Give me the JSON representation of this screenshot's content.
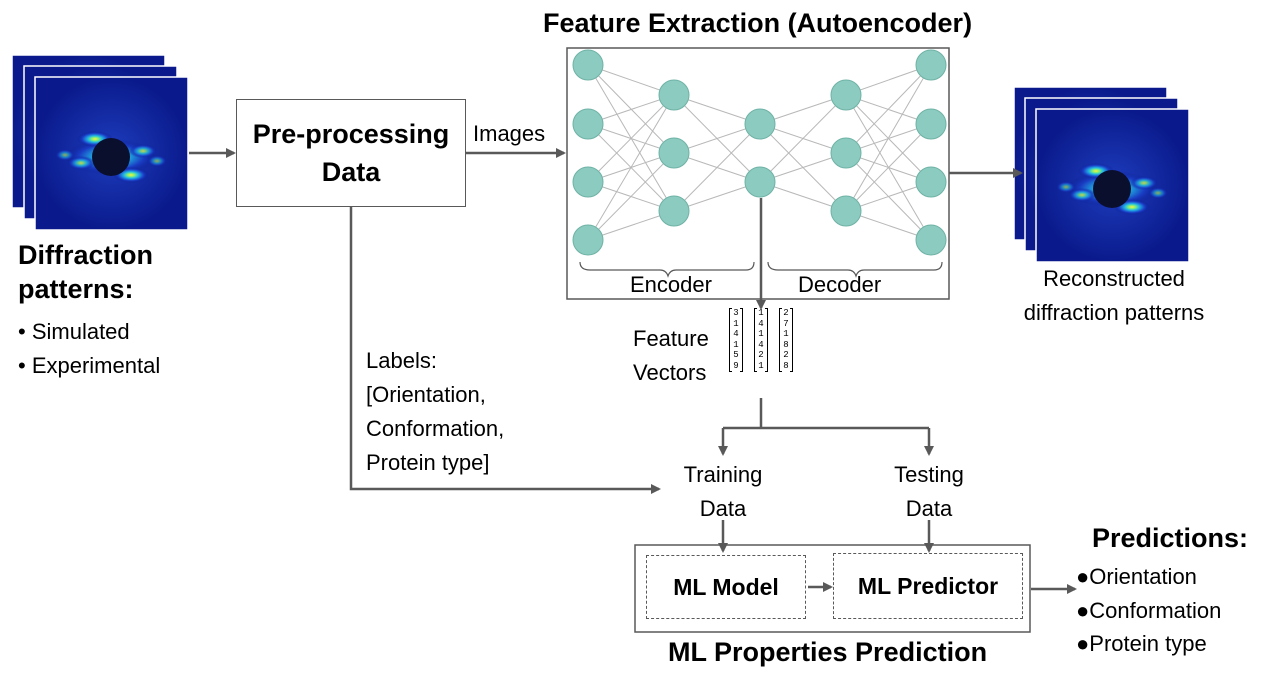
{
  "colors": {
    "arrow": "#595959",
    "node_fill": "#8ccbbf",
    "node_stroke": "#6fb2a6",
    "edge": "#b8b8b8",
    "detector_bg": "#0a1a8c"
  },
  "icons": [
    "diffraction-pattern-image",
    "neural-network-nodes"
  ],
  "input": {
    "title_line1": "Diffraction",
    "title_line2": "patterns:",
    "items": [
      "Simulated",
      "Experimental"
    ]
  },
  "preprocessing": {
    "line1": "Pre-processing",
    "line2": "Data"
  },
  "images_label": "Images",
  "autoencoder": {
    "title": "Feature Extraction (Autoencoder)",
    "encoder_label": "Encoder",
    "decoder_label": "Decoder"
  },
  "reconstructed": {
    "line1": "Reconstructed",
    "line2": "diffraction patterns"
  },
  "feature_vectors": {
    "label_line1": "Feature",
    "label_line2": "Vectors",
    "vectors": [
      [
        "3",
        "1",
        "4",
        "1",
        "5",
        "9"
      ],
      [
        "1",
        "4",
        "1",
        "4",
        "2",
        "1"
      ],
      [
        "2",
        "7",
        "1",
        "8",
        "2",
        "8"
      ]
    ]
  },
  "labels": {
    "line1": "Labels:",
    "line2": "[Orientation,",
    "line3": "Conformation,",
    "line4": "Protein type]"
  },
  "training": {
    "line1": "Training",
    "line2": "Data"
  },
  "testing": {
    "line1": "Testing",
    "line2": "Data"
  },
  "ml": {
    "model_label": "ML Model",
    "predictor_label": "ML Predictor",
    "section_title": "ML Properties Prediction"
  },
  "predictions": {
    "title": "Predictions:",
    "items": [
      "Orientation",
      "Conformation",
      "Protein type"
    ]
  }
}
